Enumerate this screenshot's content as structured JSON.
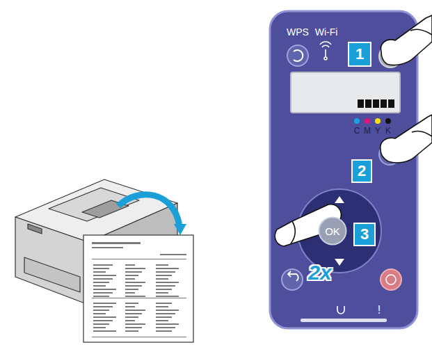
{
  "diagram": {
    "nodes": [
      {
        "text": [
          "1"
        ]
      },
      {
        "text": [
          "2"
        ]
      },
      {
        "text": [
          "OK"
        ]
      },
      {
        "text": [
          "3"
        ]
      }
    ],
    "labels": [
      "WPS",
      "Wi-Fi",
      "C",
      "M",
      "Y",
      "K",
      "2x",
      "!"
    ]
  }
}
